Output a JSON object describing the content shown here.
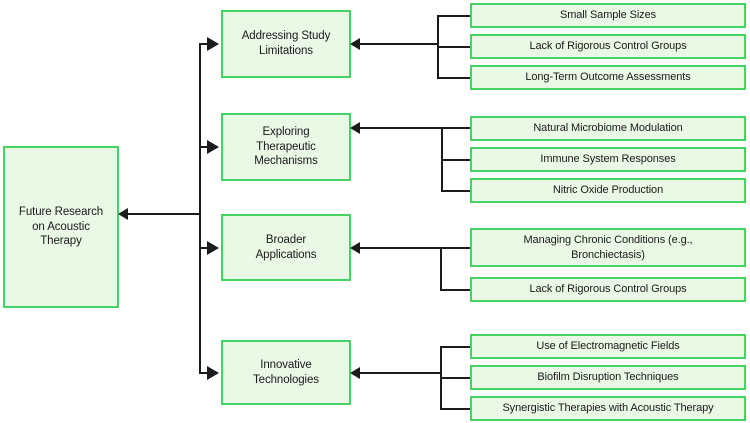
{
  "diagram": {
    "title": "Future Research on Acoustic Therapy",
    "type": "tree-diagram",
    "orientation": "right-to-left",
    "colors": {
      "node_fill": "#eaf8e6",
      "node_border": "#45d364",
      "connector": "#1b1b1b",
      "text": "#1a1a1a",
      "background": "#ffffff"
    },
    "root": {
      "label": "Future Research\non Acoustic\nTherapy"
    },
    "branches": [
      {
        "label": "Addressing Study\nLimitations",
        "leaves": [
          {
            "label": "Small Sample Sizes"
          },
          {
            "label": "Lack of Rigorous Control Groups"
          },
          {
            "label": "Long-Term Outcome Assessments"
          }
        ]
      },
      {
        "label": "Exploring\nTherapeutic\nMechanisms",
        "leaves": [
          {
            "label": "Natural Microbiome Modulation"
          },
          {
            "label": "Immune System Responses"
          },
          {
            "label": "Nitric Oxide Production"
          }
        ]
      },
      {
        "label": "Broader\nApplications",
        "leaves": [
          {
            "label": "Managing Chronic Conditions (e.g.,\nBronchiectasis)"
          },
          {
            "label": "Lack of Rigorous Control Groups"
          }
        ]
      },
      {
        "label": "Innovative\nTechnologies",
        "leaves": [
          {
            "label": "Use of Electromagnetic Fields"
          },
          {
            "label": "Biofilm Disruption Techniques"
          },
          {
            "label": "Synergistic Therapies with Acoustic Therapy"
          }
        ]
      }
    ]
  }
}
